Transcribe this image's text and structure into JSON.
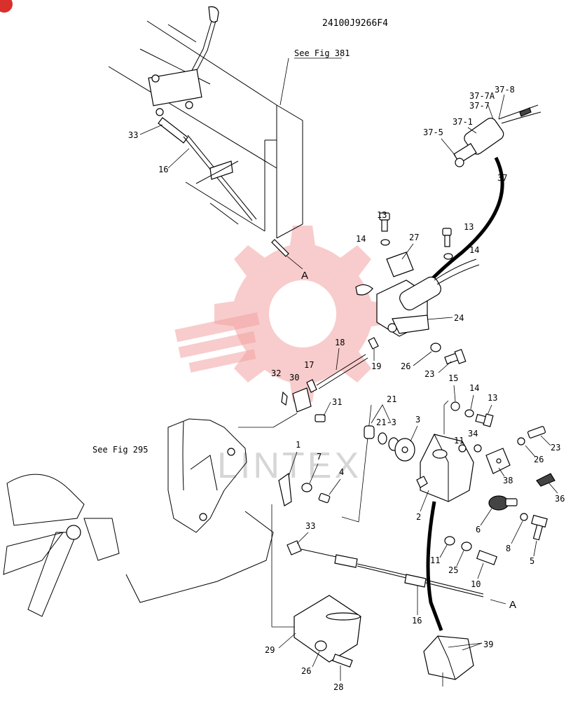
{
  "drawing_number": "24100J9266F4",
  "references": {
    "see_fig_381": "See Fig 381",
    "see_fig_295": "See Fig 295"
  },
  "section_marker": "A",
  "watermark_text": "LINTEX",
  "watermark_color": "#f3a3a3",
  "corner_badge_color": "#d9302c",
  "callouts": {
    "n1": "1",
    "n2": "2",
    "n3": "3",
    "n4": "4",
    "n5": "5",
    "n6": "6",
    "n7": "7",
    "n8": "8",
    "n10": "10",
    "n11a": "11",
    "n11b": "11",
    "n13a": "13",
    "n13b": "13",
    "n13c": "13",
    "n14a": "14",
    "n14b": "14",
    "n14c": "14",
    "n15": "15",
    "n16a": "16",
    "n16b": "16",
    "n17": "17",
    "n18": "18",
    "n19": "19",
    "n21": "21",
    "n21_3": "21-3",
    "n23a": "23",
    "n23b": "23",
    "n24": "24",
    "n25": "25",
    "n26a": "26",
    "n26b": "26",
    "n26c": "26",
    "n27": "27",
    "n28": "28",
    "n29": "29",
    "n30": "30",
    "n31": "31",
    "n32": "32",
    "n33a": "33",
    "n33b": "33",
    "n34": "34",
    "n36": "36",
    "n37": "37",
    "n37_1": "37-1",
    "n37_5": "37-5",
    "n37_7": "37-7",
    "n37_7a": "37-7A",
    "n37_8": "37-8",
    "n38": "38",
    "n39": "39"
  }
}
